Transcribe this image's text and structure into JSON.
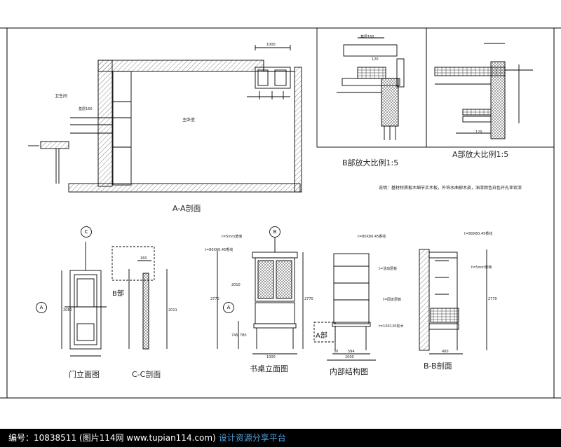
{
  "labels": {
    "aa_title": "A-A剖面",
    "b_detail_title": "B部放大比例1:5",
    "a_detail_title": "A部放大比例1:5",
    "door_title": "门立面图",
    "cc_title": "C-C剖面",
    "desk_title": "书桌立面图",
    "inner_title": "内部结构图",
    "bb_title": "B-B剖面",
    "bathroom": "卫生间",
    "bedroom": "主卧室",
    "note": "说明：基材材质板木细节实木板，外饰水曲柳木皮，油漆颜色白色开孔亚钛漆",
    "b_part": "B部",
    "a_part": "A部",
    "glass": "t=5mm玻璃",
    "molding": "t=80X60.45香线",
    "shelf_board": "t=活动层板",
    "fixed_board": "t=固定层板",
    "wood_bar": "t=10X120松木",
    "base_layer": "基层160",
    "mark_a": "A",
    "mark_c": "C",
    "mark_b": "B"
  },
  "dimensions": {
    "d1000": "1000",
    "d2770": "2770",
    "d2010": "2010",
    "d2080": "2080",
    "d2011": "2011",
    "d780": "780",
    "d745": "745",
    "d120": "120",
    "d594": "594",
    "d30": "30",
    "d400": "400",
    "d160": "160"
  },
  "footer": {
    "watermark": "编号：10838511 (图片114网 www.tupian114.com)",
    "promo": "设计资源分享平台"
  }
}
